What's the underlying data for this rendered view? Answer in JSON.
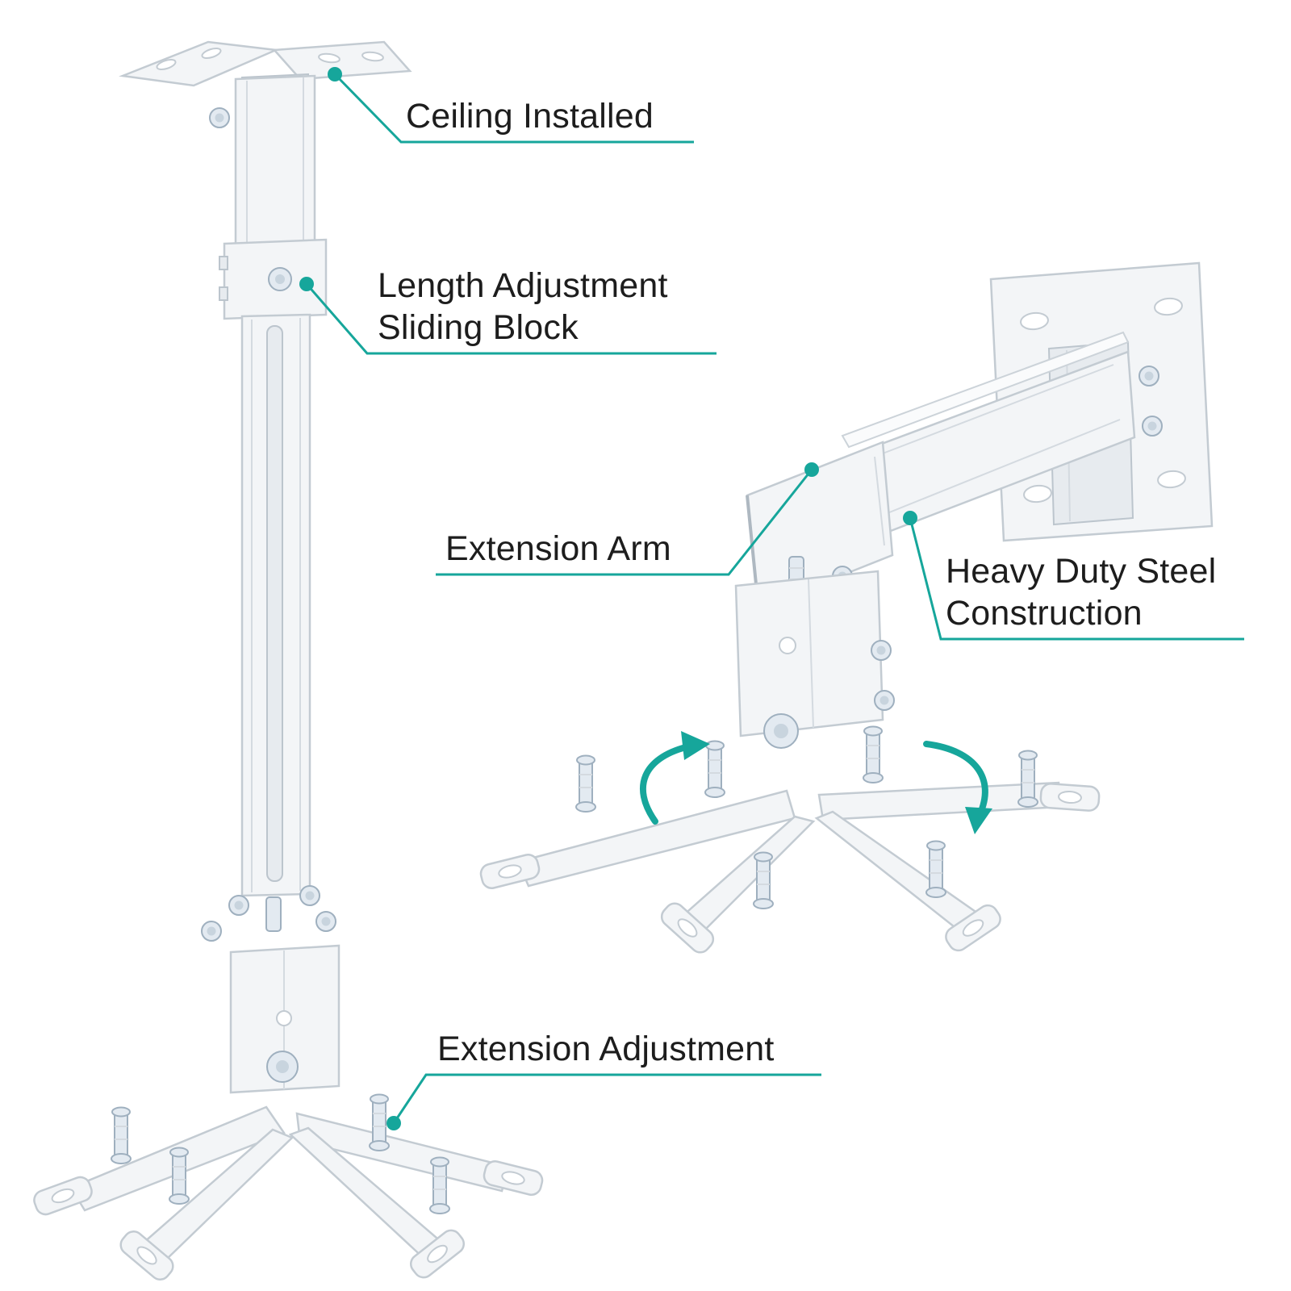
{
  "colors": {
    "accent": "#16a69b",
    "text": "#1d1d1d",
    "background": "#ffffff"
  },
  "callouts": {
    "ceiling_installed": {
      "label": "Ceiling Installed"
    },
    "length_adjustment": {
      "label": "Length Adjustment Sliding Block"
    },
    "extension_arm": {
      "label": "Extension Arm"
    },
    "heavy_duty": {
      "label": "Heavy Duty Steel Construction"
    },
    "extension_adjustment": {
      "label": "Extension Adjustment"
    }
  }
}
